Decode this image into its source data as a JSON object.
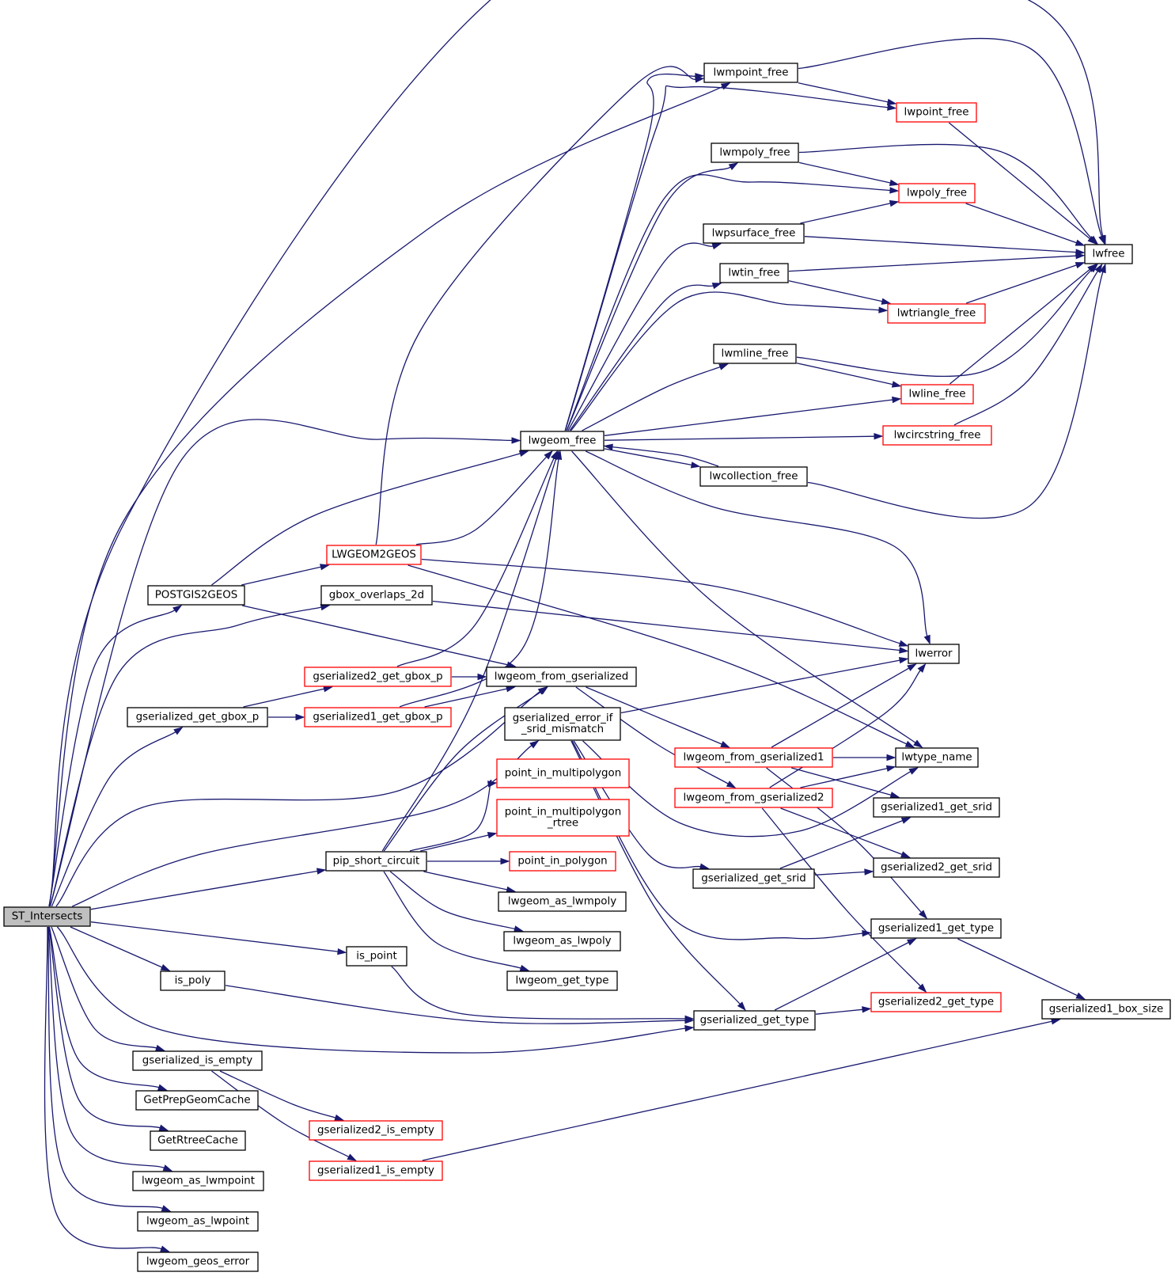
{
  "colors": {
    "edge": "#191970",
    "node_border": "#000000",
    "incomplete_border": "#ff0000",
    "root_fill": "#bfbfbf"
  },
  "nodes": {
    "st_intersects": [
      "ST_Intersects"
    ],
    "lwmpoint_free": [
      "lwmpoint_free"
    ],
    "lwpoint_free": [
      "lwpoint_free"
    ],
    "lwmpoly_free": [
      "lwmpoly_free"
    ],
    "lwpoly_free": [
      "lwpoly_free"
    ],
    "lwpsurface_free": [
      "lwpsurface_free"
    ],
    "lwfree": [
      "lwfree"
    ],
    "lwtin_free": [
      "lwtin_free"
    ],
    "lwtriangle_free": [
      "lwtriangle_free"
    ],
    "lwmline_free": [
      "lwmline_free"
    ],
    "lwline_free": [
      "lwline_free"
    ],
    "lwgeom_free": [
      "lwgeom_free"
    ],
    "lwcircstring_free": [
      "lwcircstring_free"
    ],
    "lwcollection_free": [
      "lwcollection_free"
    ],
    "lwgeom2geos": [
      "LWGEOM2GEOS"
    ],
    "postgis2geos": [
      "POSTGIS2GEOS"
    ],
    "gbox_overlaps_2d": [
      "gbox_overlaps_2d"
    ],
    "lwerror": [
      "lwerror"
    ],
    "gserialized2_get_gbox_p": [
      "gserialized2_get_gbox_p"
    ],
    "lwgeom_from_gserialized": [
      "lwgeom_from_gserialized"
    ],
    "gserialized_get_gbox_p": [
      "gserialized_get_gbox_p"
    ],
    "gserialized1_get_gbox_p": [
      "gserialized1_get_gbox_p"
    ],
    "gserialized_error_if_srid_mismatch": [
      "gserialized_error_if",
      "_srid_mismatch"
    ],
    "lwgeom_from_gserialized1": [
      "lwgeom_from_gserialized1"
    ],
    "lwtype_name": [
      "lwtype_name"
    ],
    "point_in_multipolygon": [
      "point_in_multipolygon"
    ],
    "lwgeom_from_gserialized2": [
      "lwgeom_from_gserialized2"
    ],
    "gserialized1_get_srid": [
      "gserialized1_get_srid"
    ],
    "point_in_multipolygon_rtree": [
      "point_in_multipolygon",
      "_rtree"
    ],
    "pip_short_circuit": [
      "pip_short_circuit"
    ],
    "point_in_polygon": [
      "point_in_polygon"
    ],
    "gserialized_get_srid": [
      "gserialized_get_srid"
    ],
    "gserialized2_get_srid": [
      "gserialized2_get_srid"
    ],
    "lwgeom_as_lwmpoly": [
      "lwgeom_as_lwmpoly"
    ],
    "gserialized1_get_type": [
      "gserialized1_get_type"
    ],
    "lwgeom_as_lwpoly": [
      "lwgeom_as_lwpoly"
    ],
    "is_point": [
      "is_point"
    ],
    "is_poly": [
      "is_poly"
    ],
    "lwgeom_get_type": [
      "lwgeom_get_type"
    ],
    "gserialized2_get_type": [
      "gserialized2_get_type"
    ],
    "gserialized1_box_size": [
      "gserialized1_box_size"
    ],
    "gserialized_get_type": [
      "gserialized_get_type"
    ],
    "gserialized_is_empty": [
      "gserialized_is_empty"
    ],
    "getprepgeomcache": [
      "GetPrepGeomCache"
    ],
    "gserialized2_is_empty": [
      "gserialized2_is_empty"
    ],
    "getrtreecache": [
      "GetRtreeCache"
    ],
    "gserialized1_is_empty": [
      "gserialized1_is_empty"
    ],
    "lwgeom_as_lwmpoint": [
      "lwgeom_as_lwmpoint"
    ],
    "lwgeom_as_lwpoint": [
      "lwgeom_as_lwpoint"
    ],
    "lwgeom_geos_error": [
      "lwgeom_geos_error"
    ]
  }
}
